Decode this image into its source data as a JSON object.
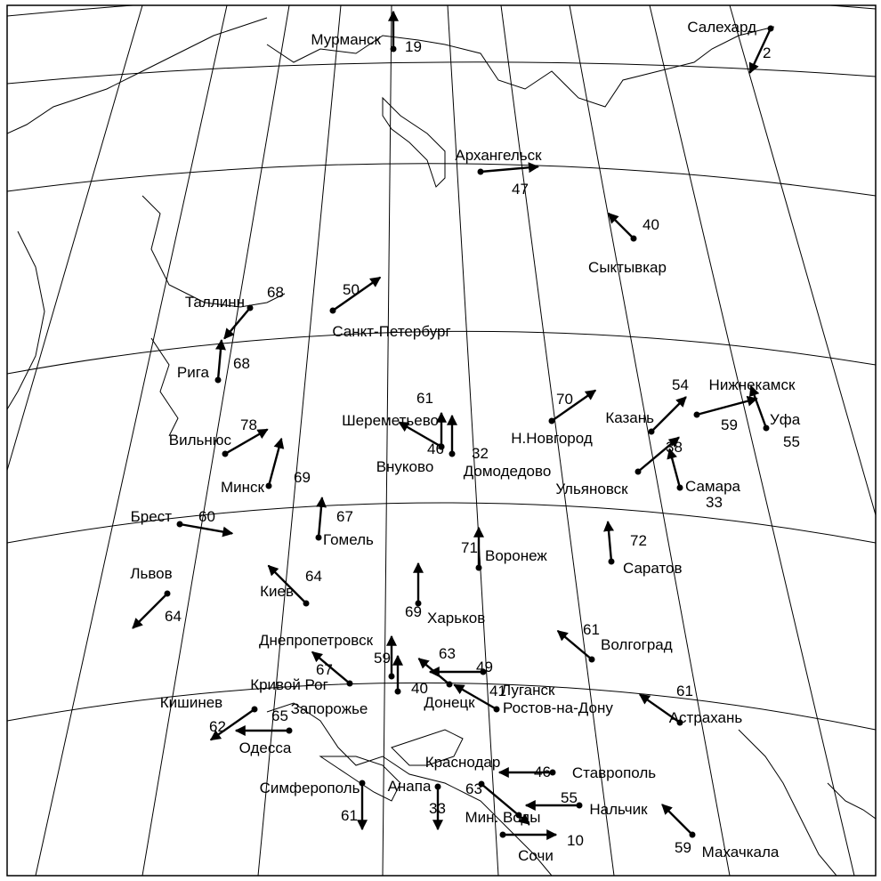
{
  "map": {
    "projection_note": "",
    "stations": [
      {
        "name": "Мурманск",
        "value": "19",
        "direction_deg": 0
      },
      {
        "name": "Салехард",
        "value": "2",
        "direction_deg": 205
      },
      {
        "name": "Архангельск",
        "value": "47",
        "direction_deg": 85
      },
      {
        "name": "Сыктывкар",
        "value": "40",
        "direction_deg": 315
      },
      {
        "name": "Таллинн",
        "value": "68",
        "direction_deg": 220
      },
      {
        "name": "Санкт-Петербург",
        "value": "50",
        "direction_deg": 55
      },
      {
        "name": "Рига",
        "value": "68",
        "direction_deg": 5
      },
      {
        "name": "Шереметьево",
        "value": "61",
        "direction_deg": 300
      },
      {
        "name": "Внуково",
        "value": "46",
        "direction_deg": 0
      },
      {
        "name": "Домодедово",
        "value": "32",
        "direction_deg": 0
      },
      {
        "name": "Н.Новгород",
        "value": "70",
        "direction_deg": 55
      },
      {
        "name": "Казань",
        "value": "54",
        "direction_deg": 45
      },
      {
        "name": "Нижнекамск",
        "value": "59",
        "direction_deg": 75
      },
      {
        "name": "Уфа",
        "value": "55",
        "direction_deg": 340
      },
      {
        "name": "Вильнюс",
        "value": "78",
        "direction_deg": 60
      },
      {
        "name": "Минск",
        "value": "69",
        "direction_deg": 15
      },
      {
        "name": "Ульяновск",
        "value": "38",
        "direction_deg": 50
      },
      {
        "name": "Самара",
        "value": "33",
        "direction_deg": 345
      },
      {
        "name": "Брест",
        "value": "60",
        "direction_deg": 100
      },
      {
        "name": "Гомель",
        "value": "67",
        "direction_deg": 5
      },
      {
        "name": "Воронеж",
        "value": "71",
        "direction_deg": 0
      },
      {
        "name": "Саратов",
        "value": "72",
        "direction_deg": 355
      },
      {
        "name": "Львов",
        "value": "64",
        "direction_deg": 225
      },
      {
        "name": "Киев",
        "value": "64",
        "direction_deg": 315
      },
      {
        "name": "Харьков",
        "value": "69",
        "direction_deg": 0
      },
      {
        "name": "Волгоград",
        "value": "61",
        "direction_deg": 310
      },
      {
        "name": "Днепропетровск",
        "value": "59",
        "direction_deg": 0
      },
      {
        "name": "Кривой Рог",
        "value": "67",
        "direction_deg": 310
      },
      {
        "name": "Запорожье",
        "value": "40",
        "direction_deg": 0
      },
      {
        "name": "Донецк",
        "value": "63",
        "direction_deg": 310
      },
      {
        "name": "Луганск",
        "value": "49",
        "direction_deg": 270
      },
      {
        "name": "Ростов-на-Дону",
        "value": "41",
        "direction_deg": 300
      },
      {
        "name": "Астрахань",
        "value": "61",
        "direction_deg": 305
      },
      {
        "name": "Кишинев",
        "value": "62",
        "direction_deg": 235
      },
      {
        "name": "Одесса",
        "value": "65",
        "direction_deg": 270
      },
      {
        "name": "Краснодар",
        "value": "63",
        "direction_deg": 130
      },
      {
        "name": "Ставрополь",
        "value": "46",
        "direction_deg": 270
      },
      {
        "name": "Симферополь",
        "value": "61",
        "direction_deg": 180
      },
      {
        "name": "Анапа",
        "value": "33",
        "direction_deg": 180
      },
      {
        "name": "Нальчик",
        "value": "55",
        "direction_deg": 270
      },
      {
        "name": "Мин. Воды",
        "value": "",
        "direction_deg": 180
      },
      {
        "name": "Сочи",
        "value": "10",
        "direction_deg": 90
      },
      {
        "name": "Махачкала",
        "value": "59",
        "direction_deg": 315
      }
    ]
  }
}
